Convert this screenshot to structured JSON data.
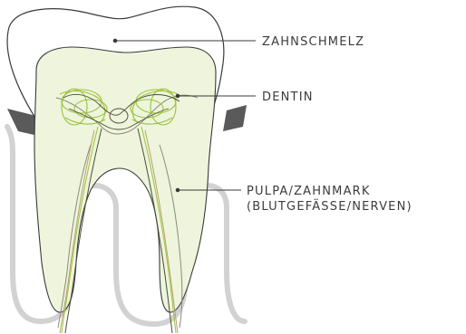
{
  "labels": {
    "enamel": "ZAHNSCHMELZ",
    "dentin": "DENTIN",
    "pulpa_line1": "PULPA/ZAHNMARK",
    "pulpa_line2": "(BLUTGEFÄSSE/NERVEN)"
  },
  "colors": {
    "outline": "#3a3a3a",
    "gum_outline": "#d2d2d2",
    "gum_dark": "#5a5a5a",
    "dentin_fill": "#eef5dc",
    "nerve": "#9bc23c",
    "nerve_dark": "#4d4d3a"
  }
}
